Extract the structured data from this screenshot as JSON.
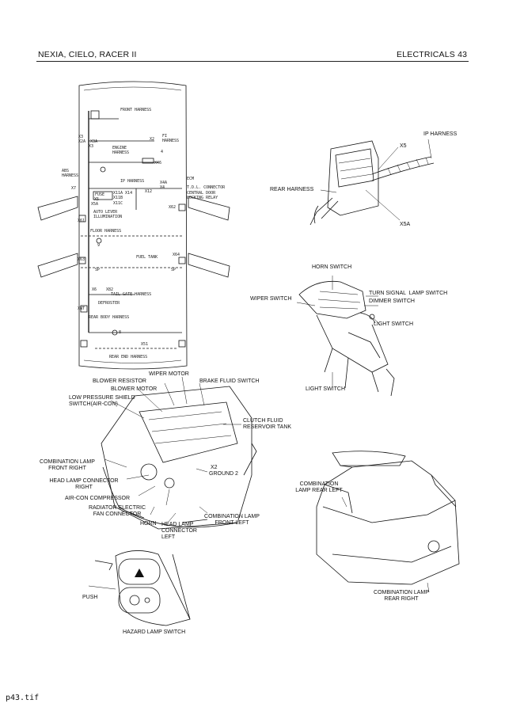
{
  "header": {
    "left_title": "NEXIA, CIELO, RACER II",
    "right_title": "ELECTRICALS 43"
  },
  "footer": {
    "file_label": "p43.tif"
  },
  "harness_diagram": {
    "front_harness": "FRONT HARNESS",
    "x3": "X3",
    "x2a_x3a": "X2A  X3A",
    "x2": "X2",
    "fi_harness": "FI\nHARNESS",
    "x_3": "X3",
    "engine_harness": "ENGINE\nHARNESS",
    "four": "4",
    "x46": "X46",
    "abs_harness": "ABS\nHARNESS",
    "ip_harness": "IP HARNESS",
    "ecm": "ECM",
    "x7": "X7",
    "x4a_x4": "X4A\nX4",
    "x12": "X12",
    "fuse": "FUSE",
    "x11a_x14": "X11A X14",
    "x11b": "X11B",
    "x5": "X5",
    "x5a": "X5A",
    "x11c": "X11C",
    "x62": "X62",
    "tdl_connector": "T.D.L. CONNECTOR",
    "central_door": "CENTRAL DOOR\nLOCKING RELAY",
    "auto_lever": "AUTO LEVER\nILLUMINATION",
    "x61": "X61",
    "floor_harness": "FLOOR HARNESS",
    "nine": "9",
    "x63": "X63",
    "fuel_tank": "FUEL TANK",
    "x64": "X64",
    "sp_left": "SP",
    "sp_right": "SP",
    "x6": "X6",
    "x82": "X82",
    "tailgate_harness": "TAIL GATE HARNESS",
    "defroster": "DEFROSTER",
    "xnt": "XNT",
    "rear_body_harness": "REAR BODY HARNESS",
    "eight": "8",
    "x51": "X51",
    "rear_end_harness": "REAR END HARNESS"
  },
  "ip_figure": {
    "ip_harness": "IP HARNESS",
    "x5": "X5",
    "rear_harness": "REAR HARNESS",
    "x5a": "X5A"
  },
  "steering_figure": {
    "horn_switch": "HORN SWITCH",
    "wiper_switch": "WIPER SWITCH",
    "turn_signal": "TURN SIGNAL  LAMP SWITCH",
    "dimmer_switch": "DIMMER SWITCH",
    "light_switch": "LIGHT SWITCH",
    "light_switch_2": "LIGHT SWITCH"
  },
  "engine_figure": {
    "wiper_motor": "WIPER MOTOR",
    "blower_resistor": "BLOWER RESISTOR",
    "brake_fluid_switch": "BRAKE FLUID SWITCH",
    "blower_motor": "BLOWER MOTOR",
    "low_pressure_shield": "LOW PRESSURE SHIELD\nSWITCH(AIR-CON)",
    "clutch_fluid": "CLUTCH FLUID\nRESERVOIR TANK",
    "combination_lamp_fr": "COMBINATION LAMP\nFRONT RIGHT",
    "x2": "X2",
    "ground_2": "GROUND 2",
    "head_lamp_connector_r": "HEAD LAMP CONNECTOR\nRIGHT",
    "air_con_compressor": "AIR-CON COMPRESSOR",
    "radiator_electric": "RADIATOR ELECTRIC\nFAN CONNECTOR",
    "combination_lamp_fl": "COMBINATION LAMP\nFRONT LEFT",
    "horn": "HORN",
    "head_lamp_connector_l": "HEAD LAMP\nCONNECTOR\nLEFT"
  },
  "rear_figure": {
    "combination_lamp_rl": "COMBINATION\nLAMP REAR LEFT",
    "combination_lamp_rr": "COMBINATION LAMP\nREAR RIGHT"
  },
  "hazard_figure": {
    "push": "PUSH",
    "hazard_lamp_switch": "HAZARD LAMP SWITCH"
  }
}
